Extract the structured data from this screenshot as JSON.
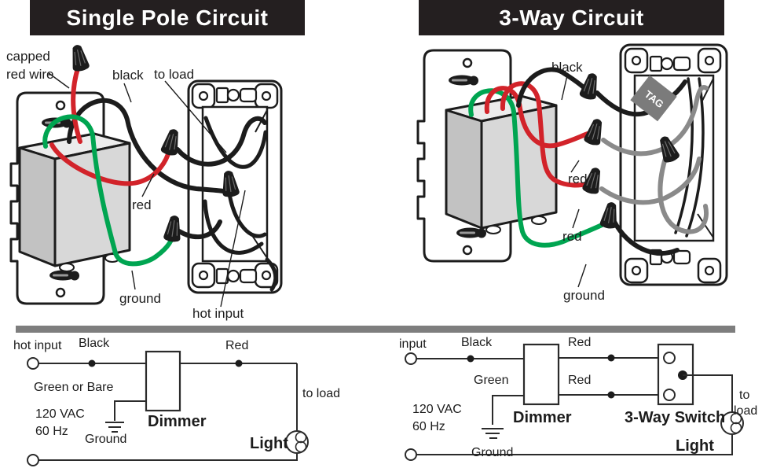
{
  "colors": {
    "red_wire": "#d2232a",
    "green_wire": "#00a551",
    "gray_wire": "#8a8a8a",
    "ink": "#1c1c1c",
    "divider_gray": "#7e7e7e",
    "banner_bg": "#241f20",
    "banner_text": "#ffffff",
    "dimmer_body_gray": "#d8d8d8",
    "tag_bg": "#7b7b7b"
  },
  "single_pole": {
    "title": "Single Pole Circuit",
    "diagram_labels": {
      "capped_1": "capped",
      "capped_2": "red wire",
      "black": "black",
      "to_load": "to load",
      "red": "red",
      "ground": "ground",
      "hot_input": "hot input"
    },
    "schematic": {
      "hot_input": "hot input",
      "black": "Black",
      "red": "Red",
      "green_or_bare": "Green or Bare",
      "volts": "120 VAC",
      "freq": "60 Hz",
      "dimmer": "Dimmer",
      "ground": "Ground",
      "to_load": "to load",
      "light": "Light"
    }
  },
  "three_way": {
    "title": "3-Way Circuit",
    "diagram_labels": {
      "black": "black",
      "red_upper": "red",
      "red_lower": "red",
      "ground": "ground",
      "tag": "TAG"
    },
    "schematic": {
      "input": "input",
      "black": "Black",
      "red_upper": "Red",
      "red_lower": "Red",
      "green": "Green",
      "volts": "120 VAC",
      "freq": "60 Hz",
      "dimmer": "Dimmer",
      "switch": "3-Way Switch",
      "ground": "Ground",
      "to_line1": "to",
      "to_line2": "load",
      "light": "Light"
    }
  }
}
